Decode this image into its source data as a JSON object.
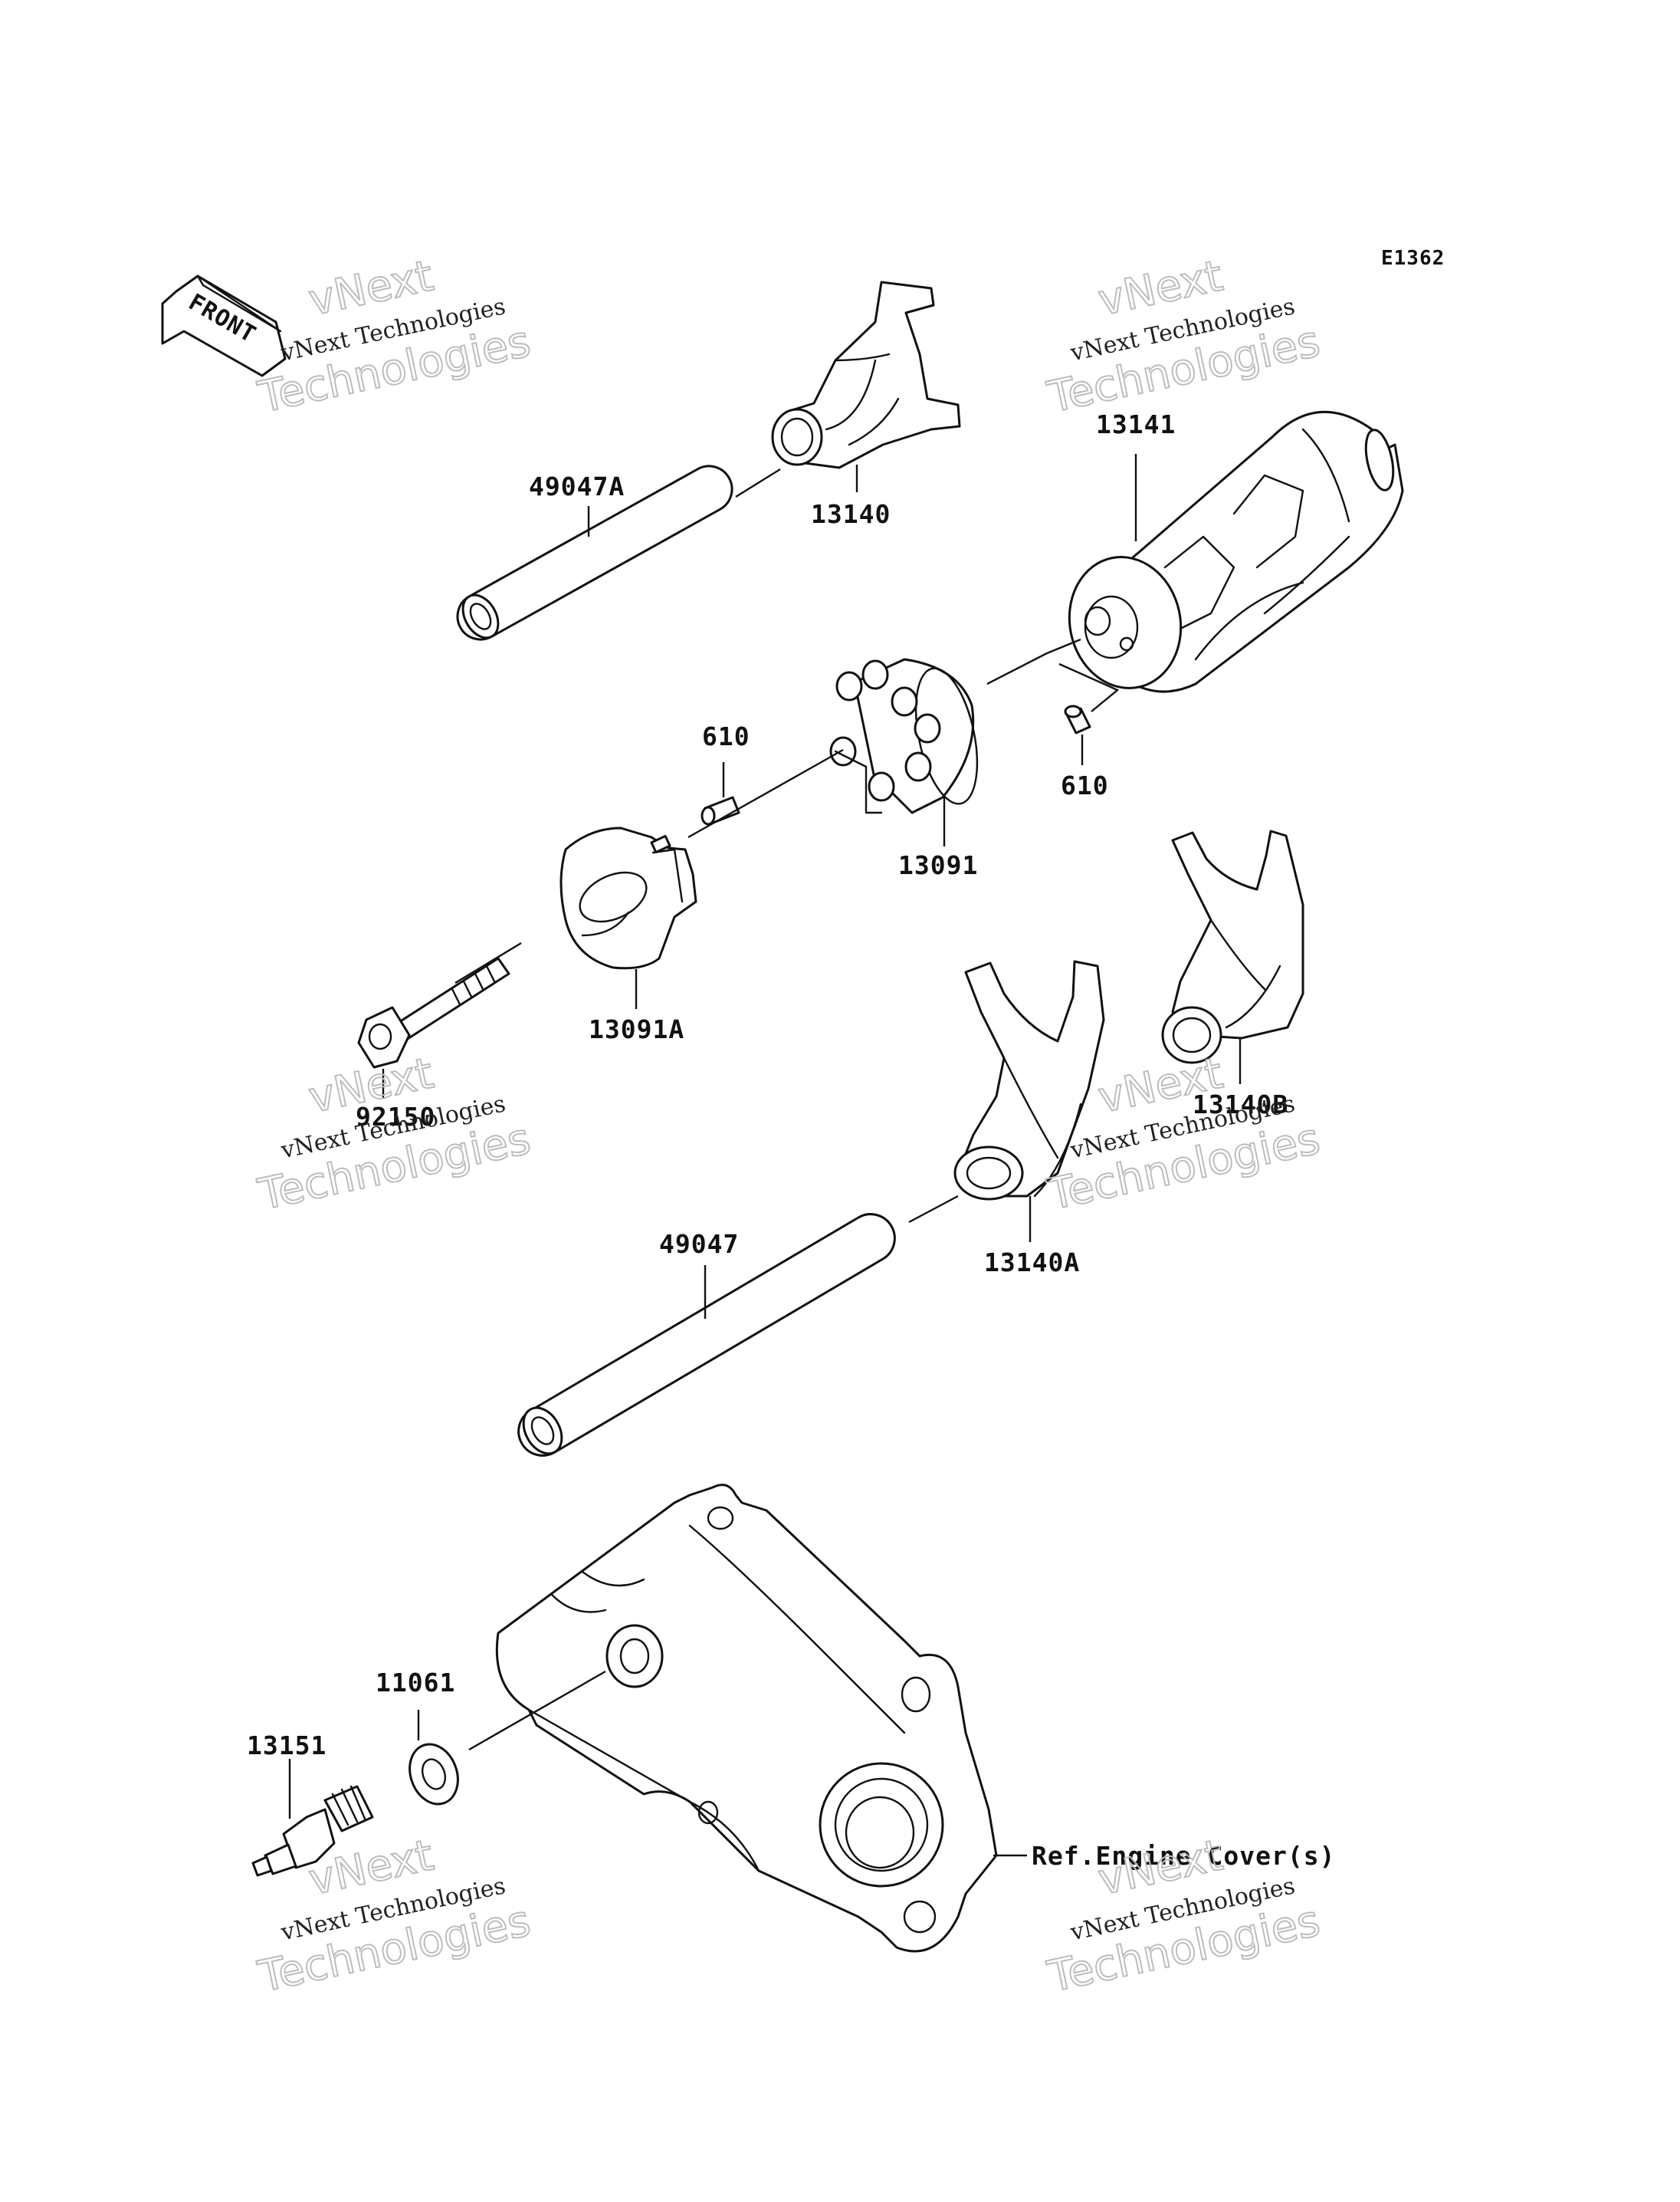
{
  "diagram": {
    "code": "E1362",
    "front_label": "FRONT",
    "labels": {
      "p49047A": "49047A",
      "p13140": "13140",
      "p13141": "13141",
      "p610a": "610",
      "p610b": "610",
      "p13091": "13091",
      "p13091A": "13091A",
      "p92150": "92150",
      "p13140B": "13140B",
      "p49047": "49047",
      "p13140A": "13140A",
      "p11061": "11061",
      "p13151": "13151",
      "ref_engine_cover": "Ref.Engine Cover(s)"
    }
  },
  "watermark": {
    "line1": "vNext",
    "line2": "vNext Technologies",
    "line3": "Technologies"
  }
}
